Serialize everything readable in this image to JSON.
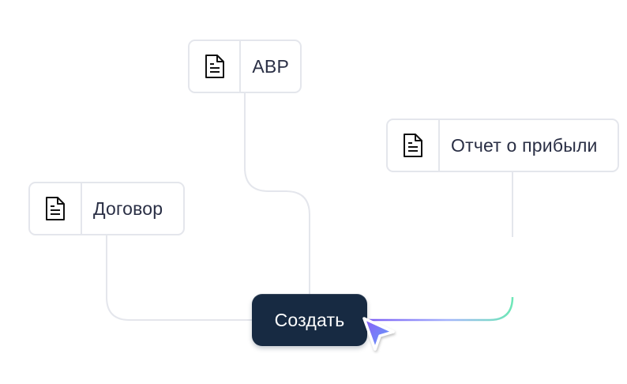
{
  "nodes": {
    "avr": {
      "label": "АВР",
      "icon": "document-icon"
    },
    "profit_report": {
      "label": "Отчет о прибыли",
      "icon": "document-icon"
    },
    "contract": {
      "label": "Договор",
      "icon": "document-icon"
    }
  },
  "action": {
    "create_label": "Создать"
  },
  "colors": {
    "connector": "#e4e6ec",
    "button_bg": "#172a42",
    "glow_start": "#7c5cf5",
    "glow_end": "#6ee7b7",
    "cursor_start": "#8b5cf6",
    "cursor_end": "#60a5fa"
  },
  "cursor": {
    "icon": "pointer-cursor-icon"
  }
}
